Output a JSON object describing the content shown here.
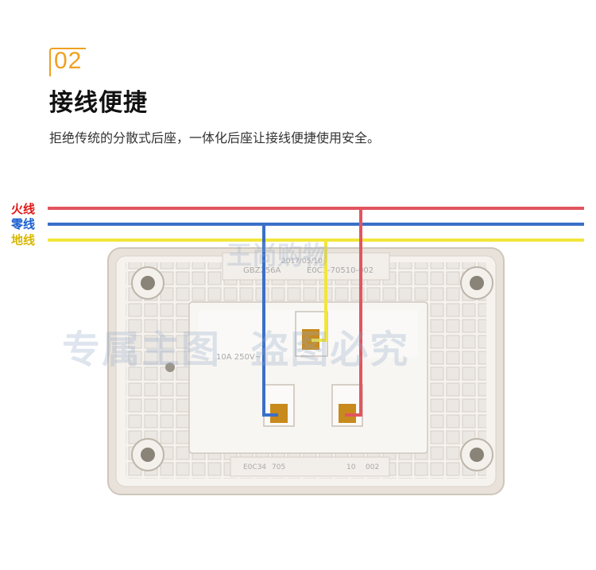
{
  "section": {
    "number": "02",
    "title": "接线便捷",
    "description": "拒绝传统的分散式后座，一体化后座让接线便捷使用安全。"
  },
  "wires": [
    {
      "label": "火线",
      "color": "#e01818",
      "wire_color": "#e2555f"
    },
    {
      "label": "零线",
      "color": "#1a5fd0",
      "wire_color": "#3a6fc8"
    },
    {
      "label": "地线",
      "color": "#e0c400",
      "wire_color": "#f2e63a"
    }
  ],
  "socket": {
    "molded_text": [
      "2017/05/10",
      "GBZ256A",
      "E0C3-70510-002",
      "10A 250V~",
      "E0C34",
      "705",
      "10",
      "002"
    ]
  },
  "watermark": {
    "line1": "王尚购物",
    "line2": "专属主图  盗图必究"
  }
}
